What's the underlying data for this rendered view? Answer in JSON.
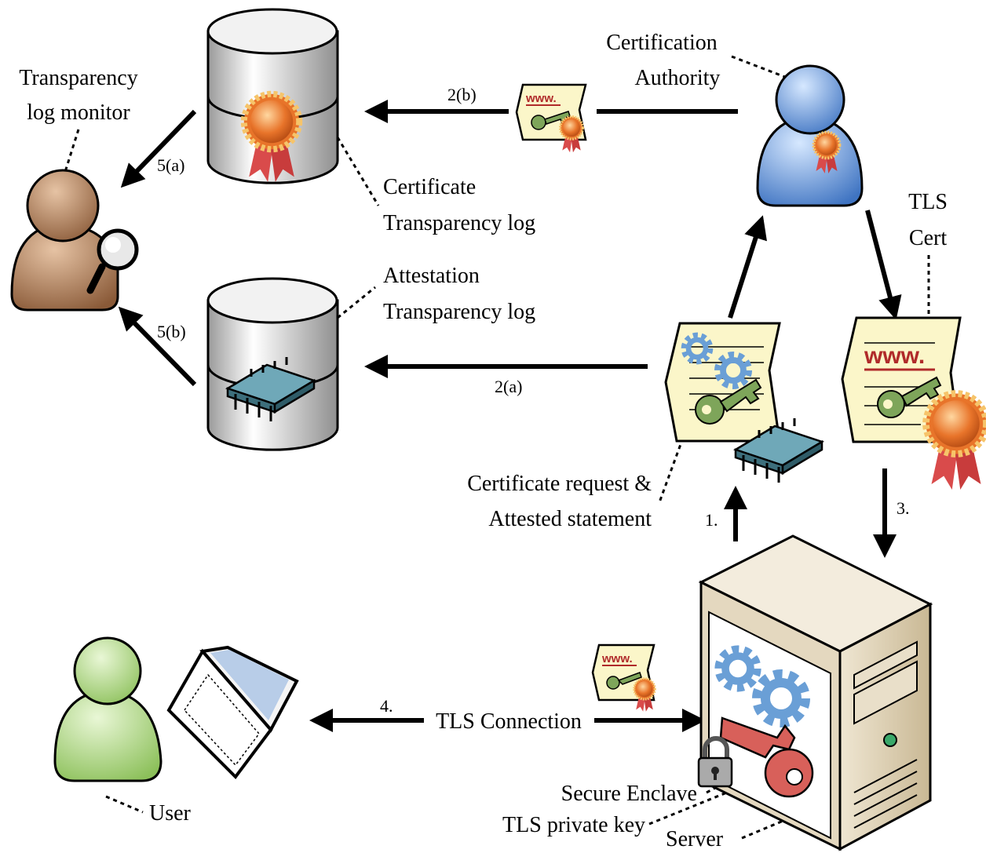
{
  "labels": {
    "monitor_line1": "Transparency",
    "monitor_line2": "log monitor",
    "ca_line1": "Certification",
    "ca_line2": "Authority",
    "ctlog_line1": "Certificate",
    "ctlog_line2": "Transparency log",
    "atlog_line1": "Attestation",
    "atlog_line2": "Transparency log",
    "tls_cert_line1": "TLS",
    "tls_cert_line2": "Cert",
    "request_line1": "Certificate request &",
    "request_line2": "Attested statement",
    "tls_connection": "TLS Connection",
    "user": "User",
    "secure_enclave": "Secure Enclave",
    "tls_private_key": "TLS private key",
    "server": "Server"
  },
  "steps": {
    "s1": "1.",
    "s2a": "2(a)",
    "s2b": "2(b)",
    "s3": "3.",
    "s4": "4.",
    "s5a": "5(a)",
    "s5b": "5(b)"
  },
  "icons": {
    "database": "database-icon",
    "person": "person-icon",
    "certificate": "certificate-icon",
    "chip": "chip-icon",
    "server": "server-tower-icon",
    "laptop": "laptop-icon",
    "padlock": "padlock-icon",
    "key": "key-icon",
    "gear": "gear-icon",
    "seal": "seal-icon"
  },
  "colors": {
    "monitor_person": "#9a6a48",
    "ca_person": "#4f86d0",
    "user_person": "#9ccc6e",
    "seal": "#e8742a",
    "ribbon": "#d94b4b",
    "gear": "#6a9fd6",
    "cert_paper": "#fbf6c9",
    "chip": "#6fa8b8",
    "key_green": "#7ea55a",
    "key_red": "#d8605a",
    "server_case": "#d9cdb3"
  }
}
